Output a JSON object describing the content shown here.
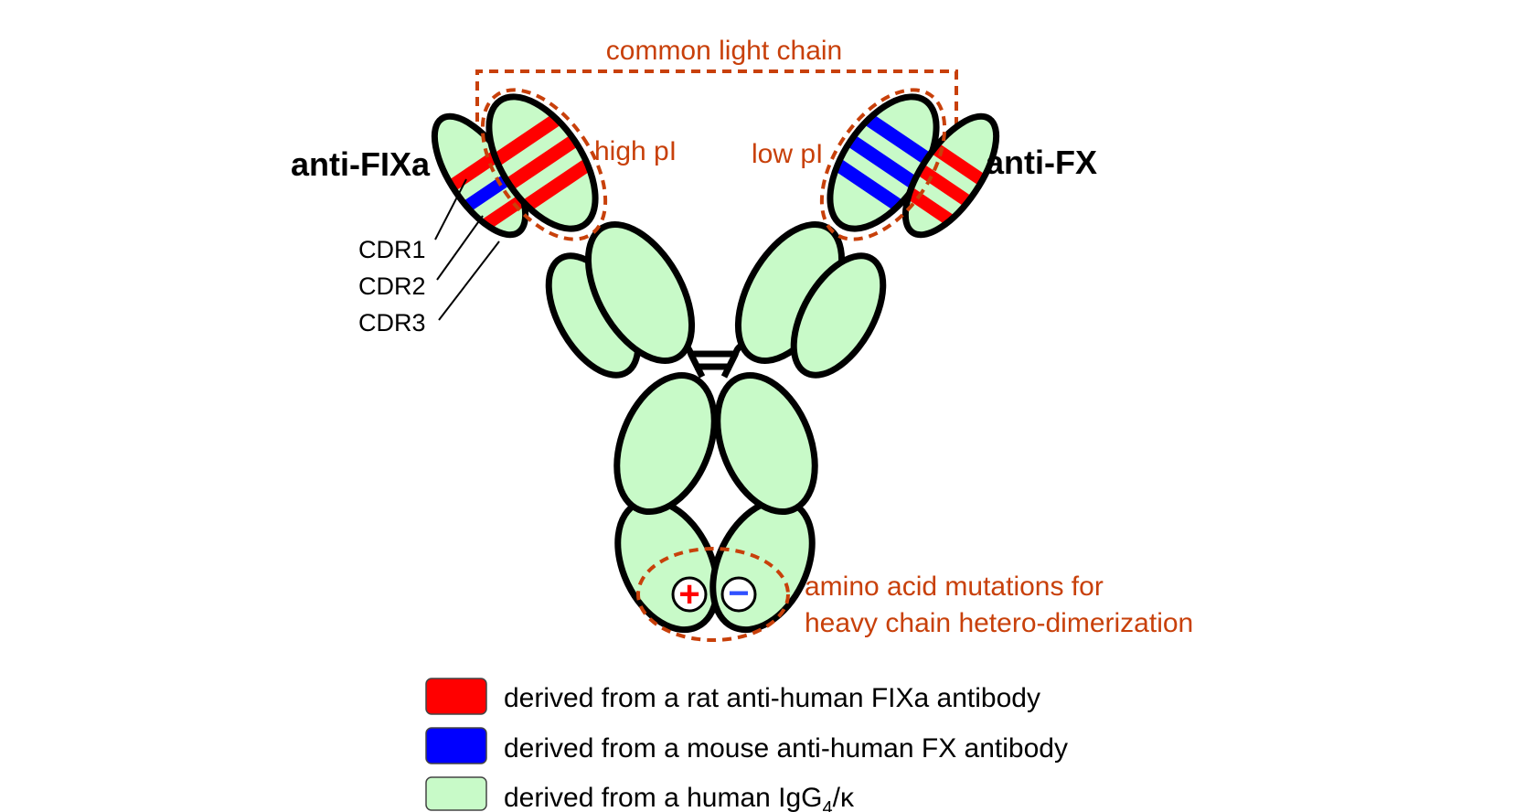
{
  "labels": {
    "common_light_chain": "common light chain",
    "high_pi": "high pI",
    "low_pi": "low pI",
    "anti_fixa": "anti-FIXa",
    "anti_fx": "anti-FX",
    "cdr1": "CDR1",
    "cdr2": "CDR2",
    "cdr3": "CDR3",
    "mutations_line1": "amino acid mutations for",
    "mutations_line2": "heavy chain hetero-dimerization",
    "plus_sign": "+",
    "minus_sign": "−"
  },
  "legend": {
    "rat_text": "derived from a rat anti-human FIXa antibody",
    "mouse_text": "derived from a mouse anti-human FX antibody",
    "human_text_prefix": "derived from a human IgG",
    "human_text_sub": "4",
    "human_text_suffix": "/κ"
  },
  "colors": {
    "rat": "#ff0000",
    "mouse": "#0000ff",
    "human": "#c8fac8",
    "annotation": "#c8400a"
  }
}
